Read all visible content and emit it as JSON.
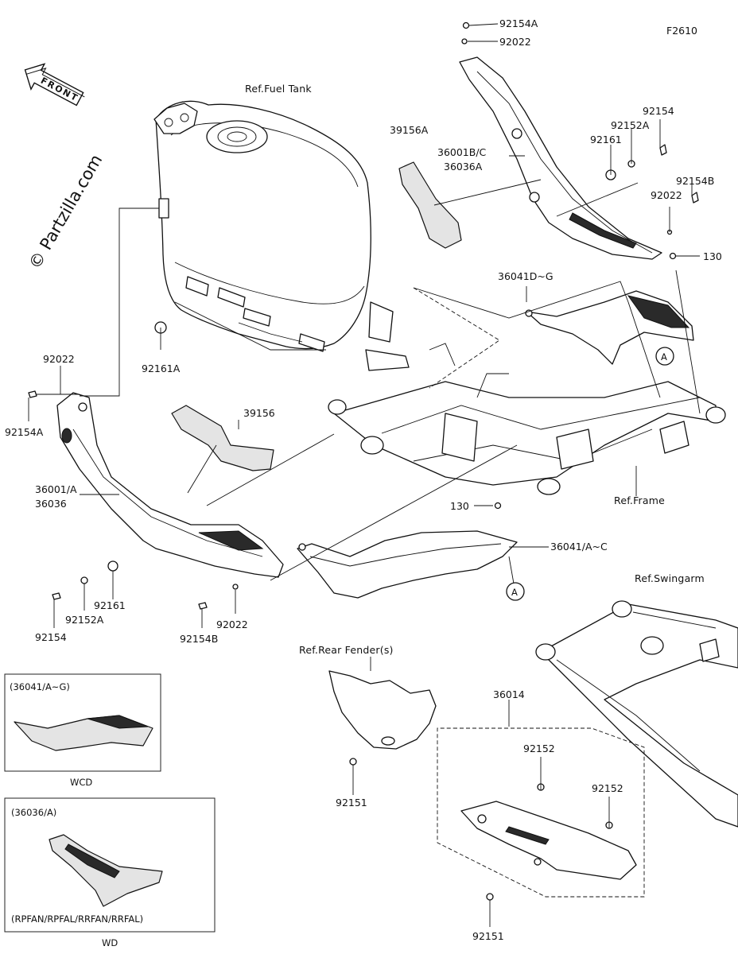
{
  "figure_code": "F2610",
  "watermark": "© Partzilla.com",
  "front_arrow_label": "FRONT",
  "references": {
    "fuel_tank": "Ref.Fuel Tank",
    "frame": "Ref.Frame",
    "swingarm": "Ref.Swingarm",
    "rear_fender": "Ref.Rear Fender(s)"
  },
  "callout_marker": "A",
  "labels": {
    "p92154A_top": "92154A",
    "p92022_top": "92022",
    "p39156A": "39156A",
    "p36001BC": "36001B/C",
    "p36036A": "36036A",
    "p92154_r": "92154",
    "p92152A_r": "92152A",
    "p92161_r": "92161",
    "p92154B_r": "92154B",
    "p92022_r": "92022",
    "p130_r": "130",
    "p36041DG": "36041D~G",
    "p92161A": "92161A",
    "p92022_l": "92022",
    "p92154A_l": "92154A",
    "p39156": "39156",
    "p36001A": "36001/A",
    "p36036": "36036",
    "p130_c": "130",
    "p36041AC": "36041/A~C",
    "p92161_l": "92161",
    "p92152A_l": "92152A",
    "p92154_l": "92154",
    "p92022_b": "92022",
    "p92154B_b": "92154B",
    "p36014": "36014",
    "p92152_1": "92152",
    "p92152_2": "92152",
    "p92151_1": "92151",
    "p92151_2": "92151"
  },
  "insets": [
    {
      "title": "(36041/A~G)",
      "model": "WCD"
    },
    {
      "title": "(36036/A)",
      "variants": "(RPFAN/RPFAL/RRFAN/RRFAL)",
      "model": "WD"
    }
  ]
}
